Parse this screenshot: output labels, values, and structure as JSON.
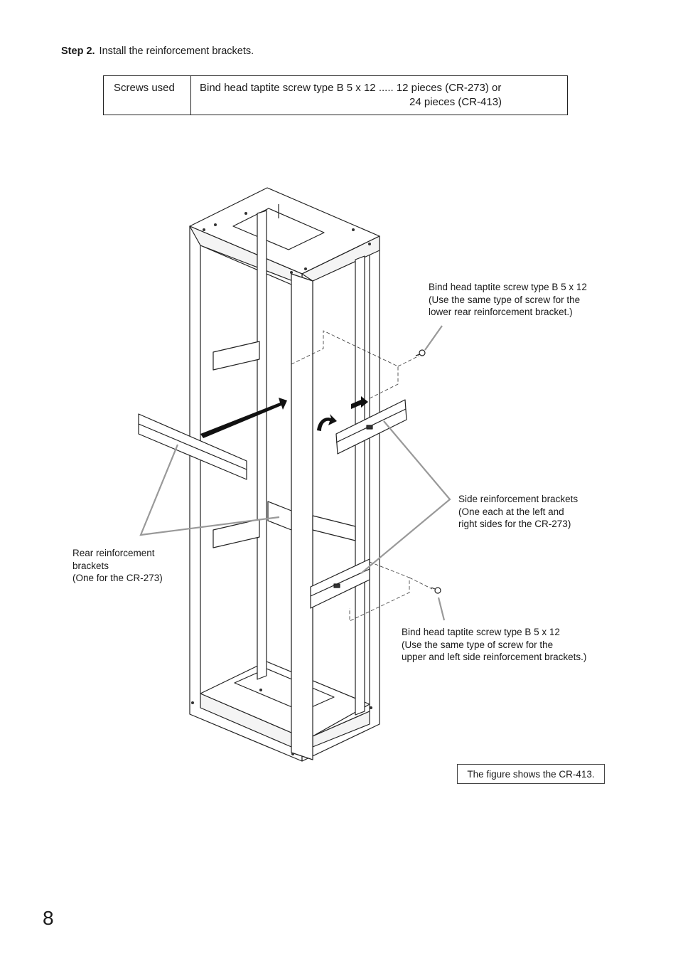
{
  "step": {
    "label": "Step 2.",
    "text": "Install the reinforcement brackets."
  },
  "screws_table": {
    "header": "Screws used",
    "line1": "Bind head taptite screw type B 5 x 12 ..... 12 pieces (CR-273) or",
    "line2": "24 pieces (CR-413)"
  },
  "callouts": {
    "upper_screw": {
      "line1": "Bind head taptite screw type B 5 x 12",
      "line2": "(Use the same type of screw for the",
      "line3": "lower rear reinforcement bracket.)"
    },
    "side_brackets": {
      "line1": "Side reinforcement brackets",
      "line2": "(One each at the left and",
      "line3": "right sides for the CR-273)"
    },
    "rear_brackets": {
      "line1": "Rear reinforcement",
      "line2": "brackets",
      "line3": "(One for the CR-273)"
    },
    "lower_screw": {
      "line1": "Bind head taptite screw type B 5 x 12",
      "line2": "(Use the same type of screw for the",
      "line3": "upper and left side reinforcement brackets.)"
    }
  },
  "figure_note": "The figure shows the CR-413.",
  "page_number": "8"
}
